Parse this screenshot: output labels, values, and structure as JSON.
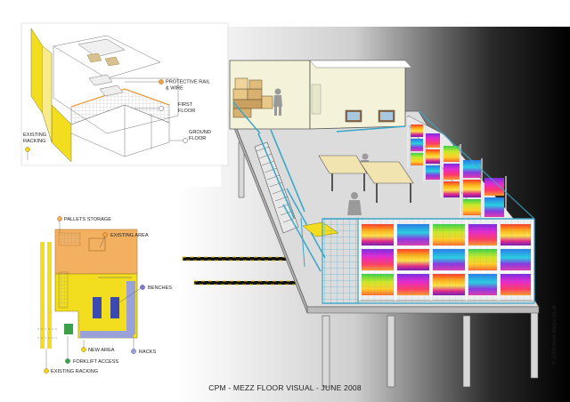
{
  "caption": "CPM - MEZZ FLOOR VISUAL - JUNE 2008",
  "copyright": "© 2008 www.fineys.co.uk",
  "top_inset": {
    "labels": {
      "protective_rail": [
        "PROTECTIVE RAIL",
        "& WIRE"
      ],
      "first_floor": [
        "FIRST",
        "FLOOR"
      ],
      "ground_floor": [
        "GROUND",
        "FLOOR"
      ],
      "existing_racking": [
        "EXISTING",
        "RACKING"
      ]
    }
  },
  "plan_inset": {
    "labels": {
      "pallets_storage": "PALLETS STORAGE",
      "existing_area": "EXISTING AREA",
      "benches": "BENCHES",
      "new_area": "NEW AREA",
      "forklift_access": "FORKLIFT ACCESS",
      "racks": "RACKS",
      "existing_racking": "EXISTING RACKING"
    }
  },
  "colors": {
    "rail_blue": "#3aa6c8",
    "wall_cream": "#f4f2d8",
    "yellow_area": "#f2de1e",
    "orange_area": "#f3b060",
    "dot_orange": "#f3a040",
    "dot_yellow": "#f3d21a",
    "dot_purple": "#7a80c8",
    "dot_green": "#3aa04a"
  }
}
